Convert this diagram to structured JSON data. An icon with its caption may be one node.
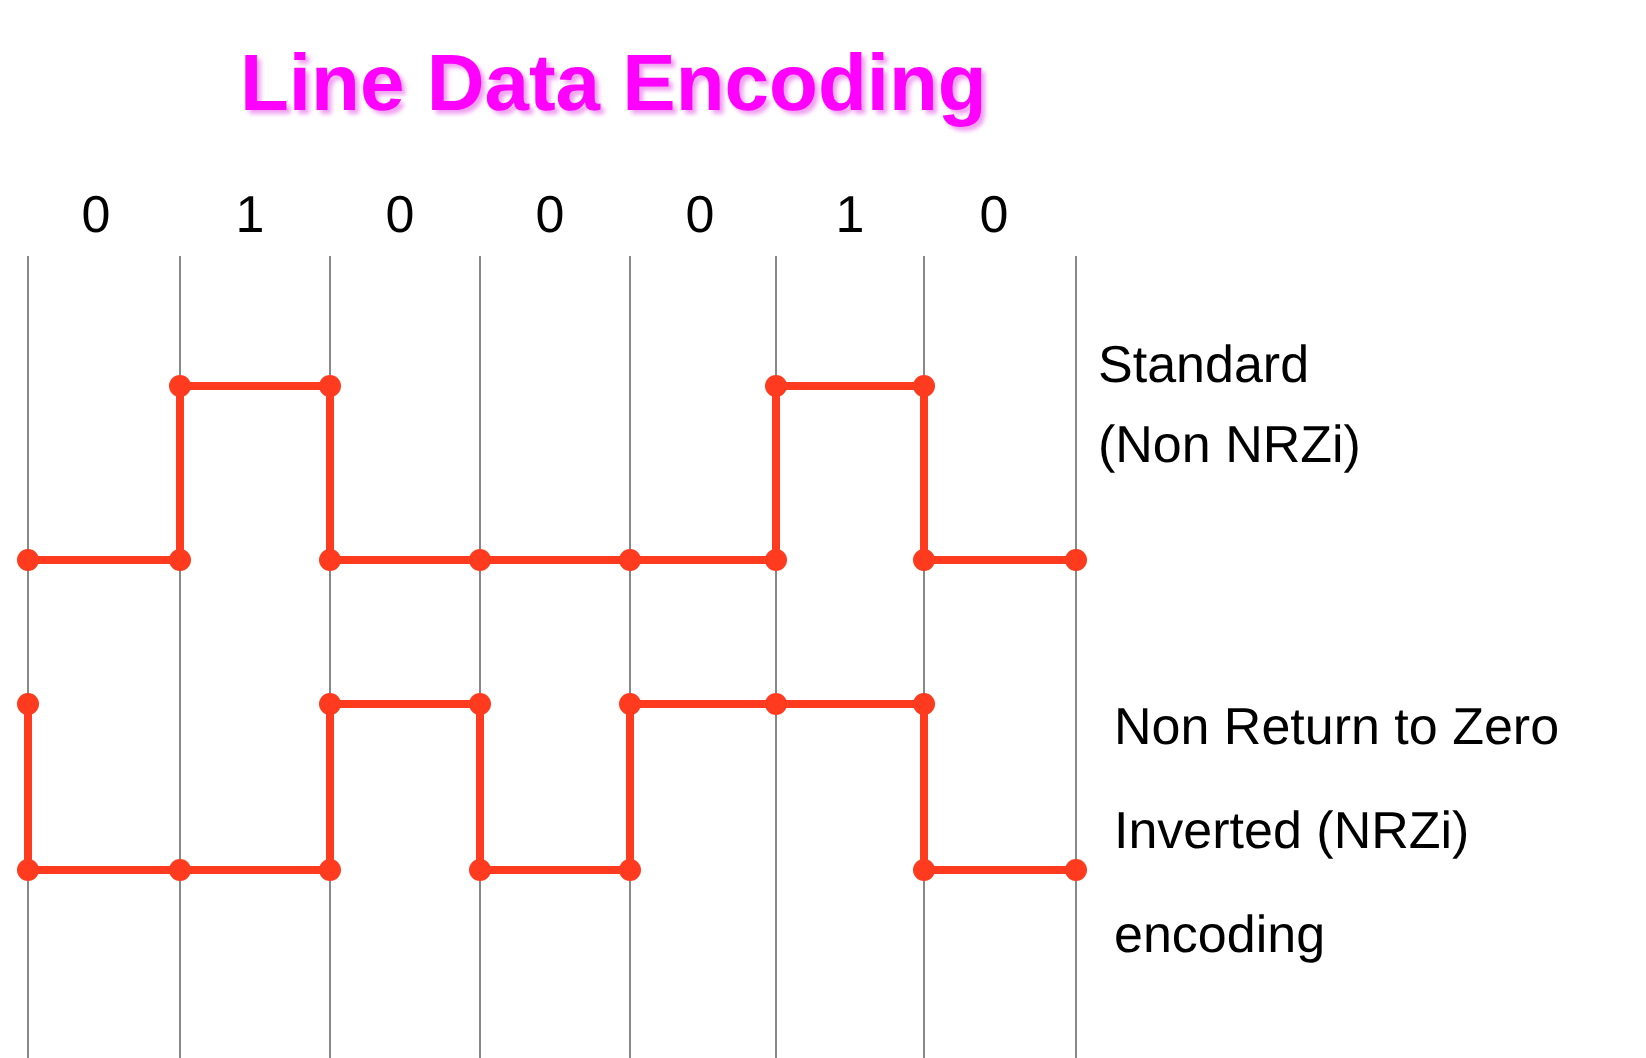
{
  "diagram": {
    "title": "Line Data Encoding",
    "labels": [
      "0",
      "1",
      "0",
      "0",
      "0",
      "1",
      "0",
      "Standard (Non NRZi)",
      "Non Return to Zero Inverted (NRZi) encoding"
    ]
  }
}
